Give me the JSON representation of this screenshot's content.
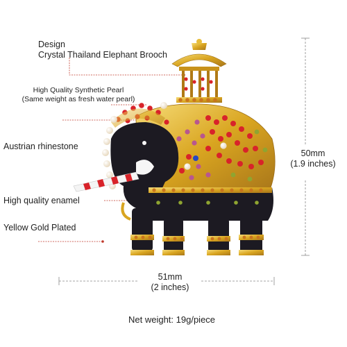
{
  "labels": {
    "design_line1": "Design",
    "design_line2": "Crystal Thailand Elephant Brooch",
    "pearl_line1": "High Quality Synthetic Pearl",
    "pearl_line2": "(Same weight as fresh water pearl)",
    "rhinestone": "Austrian rhinestone",
    "enamel": "High quality enamel",
    "plating": "Yellow Gold Plated"
  },
  "dimensions": {
    "height_mm": "50mm",
    "height_in": "(1.9 inches)",
    "width_mm": "51mm",
    "width_in": "(2 inches)"
  },
  "net_weight": "Net weight: 19g/piece",
  "colors": {
    "gold": "#d9a520",
    "gold_light": "#f3d36a",
    "enamel_black": "#1c1a22",
    "ruby": "#d8232a",
    "topaz": "#c9741e",
    "amethyst": "#b8578f",
    "peridot": "#8fa531",
    "pearl": "#f4ead8",
    "annotation_line": "#c0392b"
  }
}
